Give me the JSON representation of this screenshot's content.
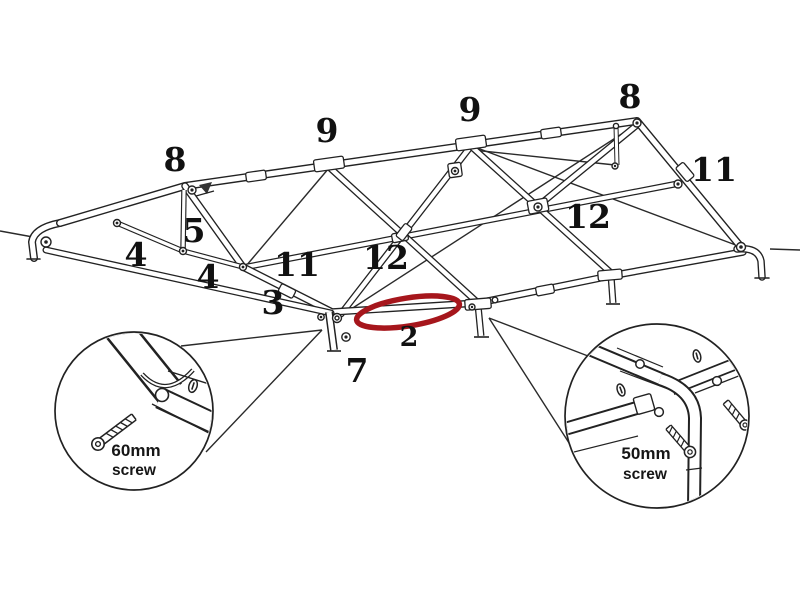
{
  "colors": {
    "background": "#ffffff",
    "line_color": "#222222",
    "highlight_color": "#a6161c",
    "label_color": "#111111"
  },
  "part_labels": [
    {
      "text": "8"
    },
    {
      "text": "9"
    },
    {
      "text": "9"
    },
    {
      "text": "8"
    },
    {
      "text": "11"
    },
    {
      "text": "12"
    },
    {
      "text": "5"
    },
    {
      "text": "4"
    },
    {
      "text": "4"
    },
    {
      "text": "11"
    },
    {
      "text": "12"
    },
    {
      "text": "3"
    },
    {
      "text": "2"
    },
    {
      "text": "7"
    }
  ],
  "highlight": {
    "shape": "ellipse",
    "circled_part_label": "2"
  },
  "callouts": {
    "left_magnifier": {
      "size": "60mm",
      "item": "screw"
    },
    "right_magnifier": {
      "size": "50mm",
      "item": "screw"
    }
  }
}
